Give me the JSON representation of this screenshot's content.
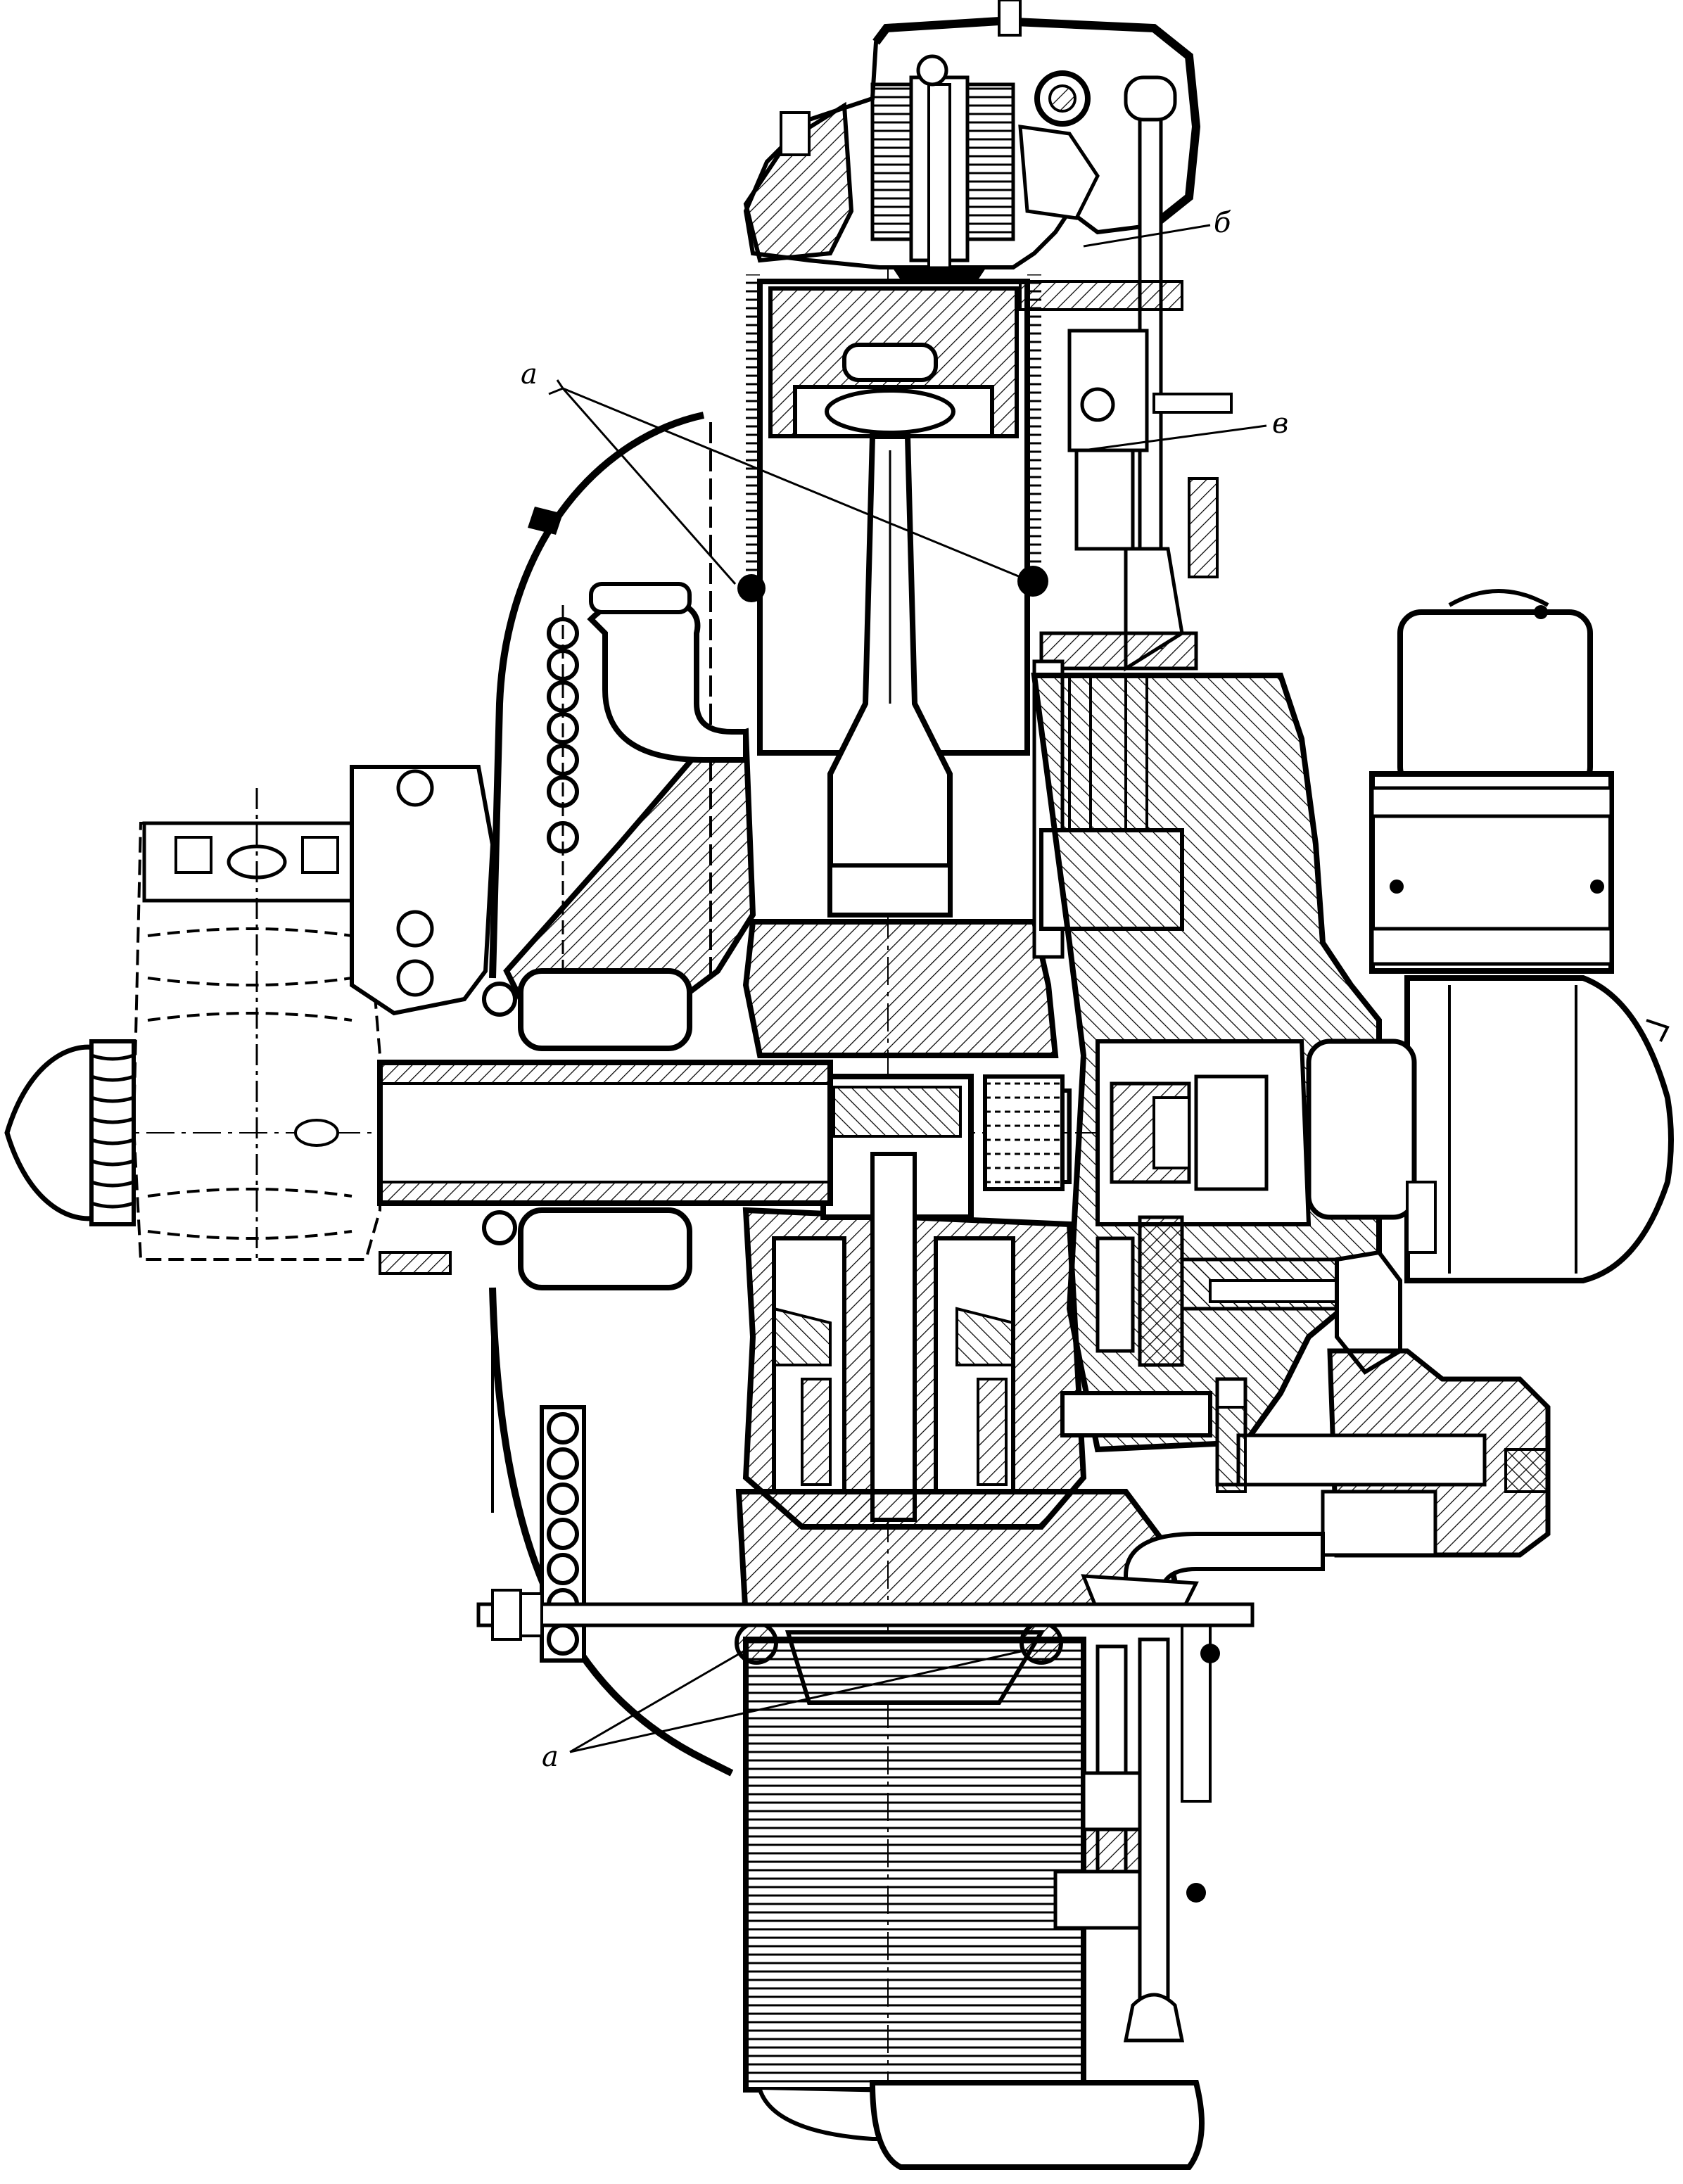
{
  "diagram": {
    "callouts": {
      "a_top": "a",
      "b": "б",
      "v": "в",
      "a_bottom": "a"
    }
  },
  "colors": {
    "ink": "#000000",
    "paper": "#ffffff"
  }
}
